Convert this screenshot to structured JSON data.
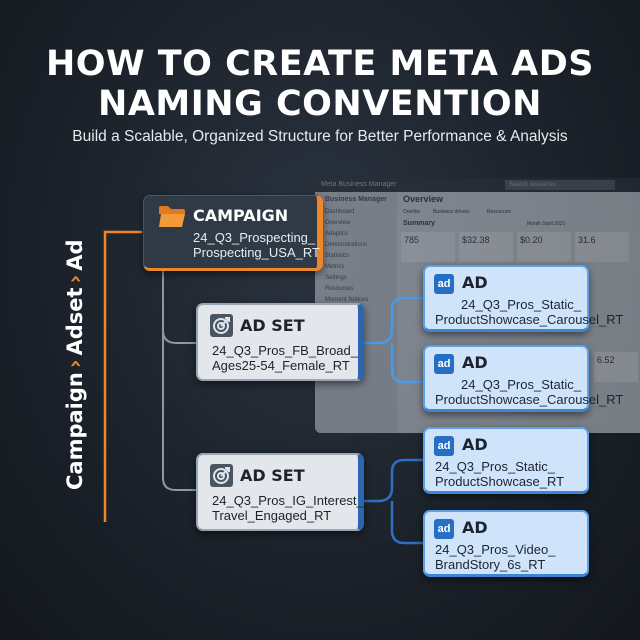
{
  "title": {
    "line1": "HOW TO CREATE META ADS",
    "line2": "NAMING CONVENTION"
  },
  "subtitle": "Build a Scalable, Organized Structure for Better Performance & Analysis",
  "hierarchy_label": {
    "campaign": "Campaign",
    "adset": "Adset",
    "ad": "Ad",
    "separator": "›"
  },
  "accent": "#f0862a",
  "ad_blue": "#2570c4",
  "background_dashboard": {
    "app": "Meta Business Manager",
    "search": "Search resources",
    "sidebar_title": "Business Manager",
    "menu": [
      "Dashboard",
      "Overview",
      "Adaptics",
      "Demonstrations",
      "Statistics",
      "Metrics",
      "Settings",
      "Resources",
      "Moment Notices"
    ],
    "page": "Overview",
    "tabs": [
      "Overlist",
      "Business drivers",
      "Resources"
    ],
    "summary": "Summary",
    "range": "Month Start 2021",
    "metrics": [
      "785",
      "$32.38",
      "$0.20",
      "31.6",
      "6.52"
    ]
  },
  "campaign": {
    "label": "CAMPAIGN",
    "name_line1": "24_Q3_Prospecting_",
    "name_line2": "Prospecting_USA_RT",
    "icon": "folder-icon"
  },
  "adsets": [
    {
      "label": "AD SET",
      "name_line1": "24_Q3_Pros_FB_Broad_",
      "name_line2": "Ages25-54_Female_RT",
      "icon": "target-icon",
      "ads": [
        {
          "label": "AD",
          "icon": "ad",
          "name_line1": "24_Q3_Pros_Static_",
          "name_line2": "ProductShowcase_Carousel_RT"
        },
        {
          "label": "AD",
          "icon": "ad",
          "name_line1": "24_Q3_Pros_Static_",
          "name_line2": "ProductShowcase_Carousel_RT"
        }
      ]
    },
    {
      "label": "AD SET",
      "name_line1": "24_Q3_Pros_IG_Interest_",
      "name_line2": "Travel_Engaged_RT",
      "icon": "target-icon",
      "ads": [
        {
          "label": "AD",
          "icon": "ad",
          "name_line1": "24_Q3_Pros_Static_",
          "name_line2": "ProductShowcase_RT"
        },
        {
          "label": "AD",
          "icon": "ad",
          "name_line1": "24_Q3_Pros_Video_",
          "name_line2": "BrandStory_6s_RT"
        }
      ]
    }
  ]
}
